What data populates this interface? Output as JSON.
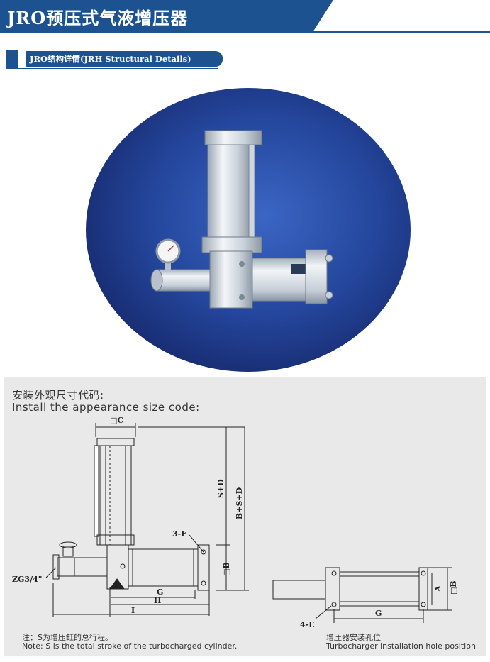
{
  "header": {
    "title": "JRO预压式气液增压器",
    "subtitle": "JRO结构详情(JRH Structural Details)"
  },
  "drawing": {
    "caption_cn": "安装外观尺寸代码:",
    "caption_en": "Install the appearance size code:",
    "labels": {
      "c": "□C",
      "sd": "S+D",
      "bsd": "B+S+D",
      "f": "3-F",
      "zg": "ZG3/4\"",
      "b": "□B",
      "g": "G",
      "h": "H",
      "i": "I",
      "a": "A",
      "b2": "□B",
      "e": "4-E",
      "g2": "G"
    },
    "note_cn": "注：S为增压缸的总行程。",
    "note_en": "Note: S is the total stroke of the turbocharged cylinder.",
    "hole_cn": "增压器安装孔位",
    "hole_en": "Turbocharger installation hole position"
  },
  "colors": {
    "brand_blue": "#1d5291",
    "panel_gray": "#e9e9e9"
  }
}
